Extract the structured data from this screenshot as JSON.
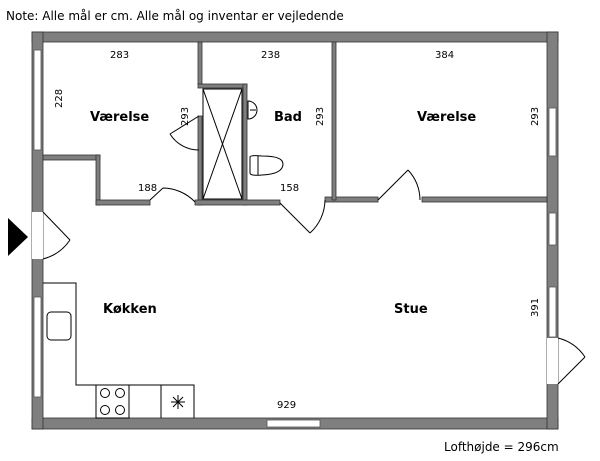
{
  "note": "Note: Alle mål er cm. Alle mål og inventar er vejledende",
  "ceiling_height": "Lofthøjde = 296cm",
  "rooms": {
    "bedroom_left": {
      "label": "Værelse",
      "width": "283",
      "height": "228",
      "side": "293"
    },
    "bathroom": {
      "label": "Bad",
      "width": "238",
      "side": "293",
      "door_width": "158"
    },
    "bedroom_right": {
      "label": "Værelse",
      "width": "384",
      "side": "293"
    },
    "hall": {
      "width": "188"
    },
    "kitchen": {
      "label": "Køkken"
    },
    "living": {
      "label": "Stue",
      "side": "391",
      "width": "929"
    }
  },
  "colors": {
    "wall": "#7f7f7f",
    "entrance_arrow": "#000000"
  }
}
